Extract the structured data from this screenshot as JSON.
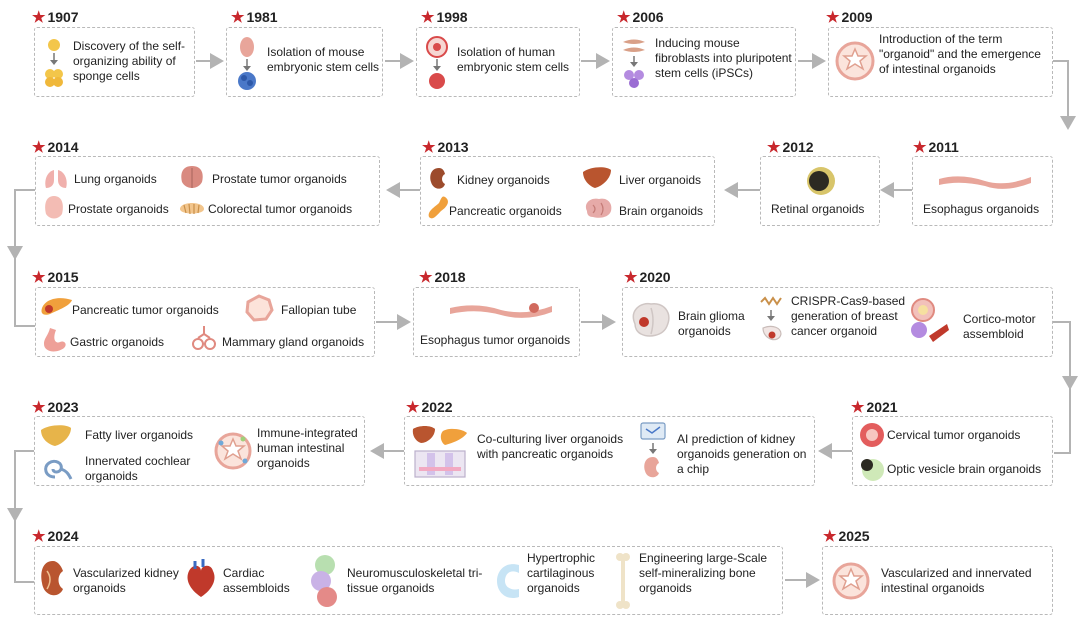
{
  "milestones": [
    {
      "year": "1907",
      "items": [
        "Discovery of the self-organizing ability of sponge cells"
      ]
    },
    {
      "year": "1981",
      "items": [
        "Isolation of mouse embryonic stem cells"
      ]
    },
    {
      "year": "1998",
      "items": [
        "Isolation of human embryonic stem cells"
      ]
    },
    {
      "year": "2006",
      "items": [
        "Inducing mouse fibroblasts into pluripotent stem cells (iPSCs)"
      ]
    },
    {
      "year": "2009",
      "items": [
        "Introduction of the term \"organoid\" and the emergence of intestinal organoids"
      ]
    },
    {
      "year": "2011",
      "items": [
        "Esophagus organoids"
      ]
    },
    {
      "year": "2012",
      "items": [
        "Retinal organoids"
      ]
    },
    {
      "year": "2013",
      "items": [
        "Kidney organoids",
        "Liver organoids",
        "Pancreatic organoids",
        "Brain organoids"
      ]
    },
    {
      "year": "2014",
      "items": [
        "Lung organoids",
        "Prostate tumor organoids",
        "Prostate organoids",
        "Colorectal tumor organoids"
      ]
    },
    {
      "year": "2015",
      "items": [
        "Pancreatic tumor organoids",
        "Fallopian tube",
        "Gastric organoids",
        "Mammary gland organoids"
      ]
    },
    {
      "year": "2018",
      "items": [
        "Esophagus tumor organoids"
      ]
    },
    {
      "year": "2020",
      "items": [
        "Brain glioma organoids",
        "CRISPR-Cas9-based generation of breast cancer organoid",
        "Cortico-motor assembloid"
      ]
    },
    {
      "year": "2021",
      "items": [
        "Cervical tumor organoids",
        "Optic vesicle brain organoids"
      ]
    },
    {
      "year": "2022",
      "items": [
        "Co-culturing liver organoids with pancreatic organoids",
        "AI prediction of kidney organoids generation on a chip"
      ]
    },
    {
      "year": "2023",
      "items": [
        "Fatty liver organoids",
        "Immune-integrated human intestinal organoids",
        "Innervated cochlear organoids"
      ]
    },
    {
      "year": "2024",
      "items": [
        "Vascularized kidney organoids",
        "Cardiac assembloids",
        "Neuromusculoskeletal tri-tissue organoids",
        "Hypertrophic cartilaginous organoids",
        "Engineering large-Scale self-mineralizing bone organoids"
      ]
    },
    {
      "year": "2025",
      "items": [
        "Vascularized and innervated intestinal organoids"
      ]
    }
  ],
  "colors": {
    "star": "#c8282d",
    "border": "#b9b9b9",
    "arrow": "#b3b3b3",
    "organ": "#e8a59a",
    "liver": "#b9552f",
    "pancreas": "#f0a03c"
  }
}
